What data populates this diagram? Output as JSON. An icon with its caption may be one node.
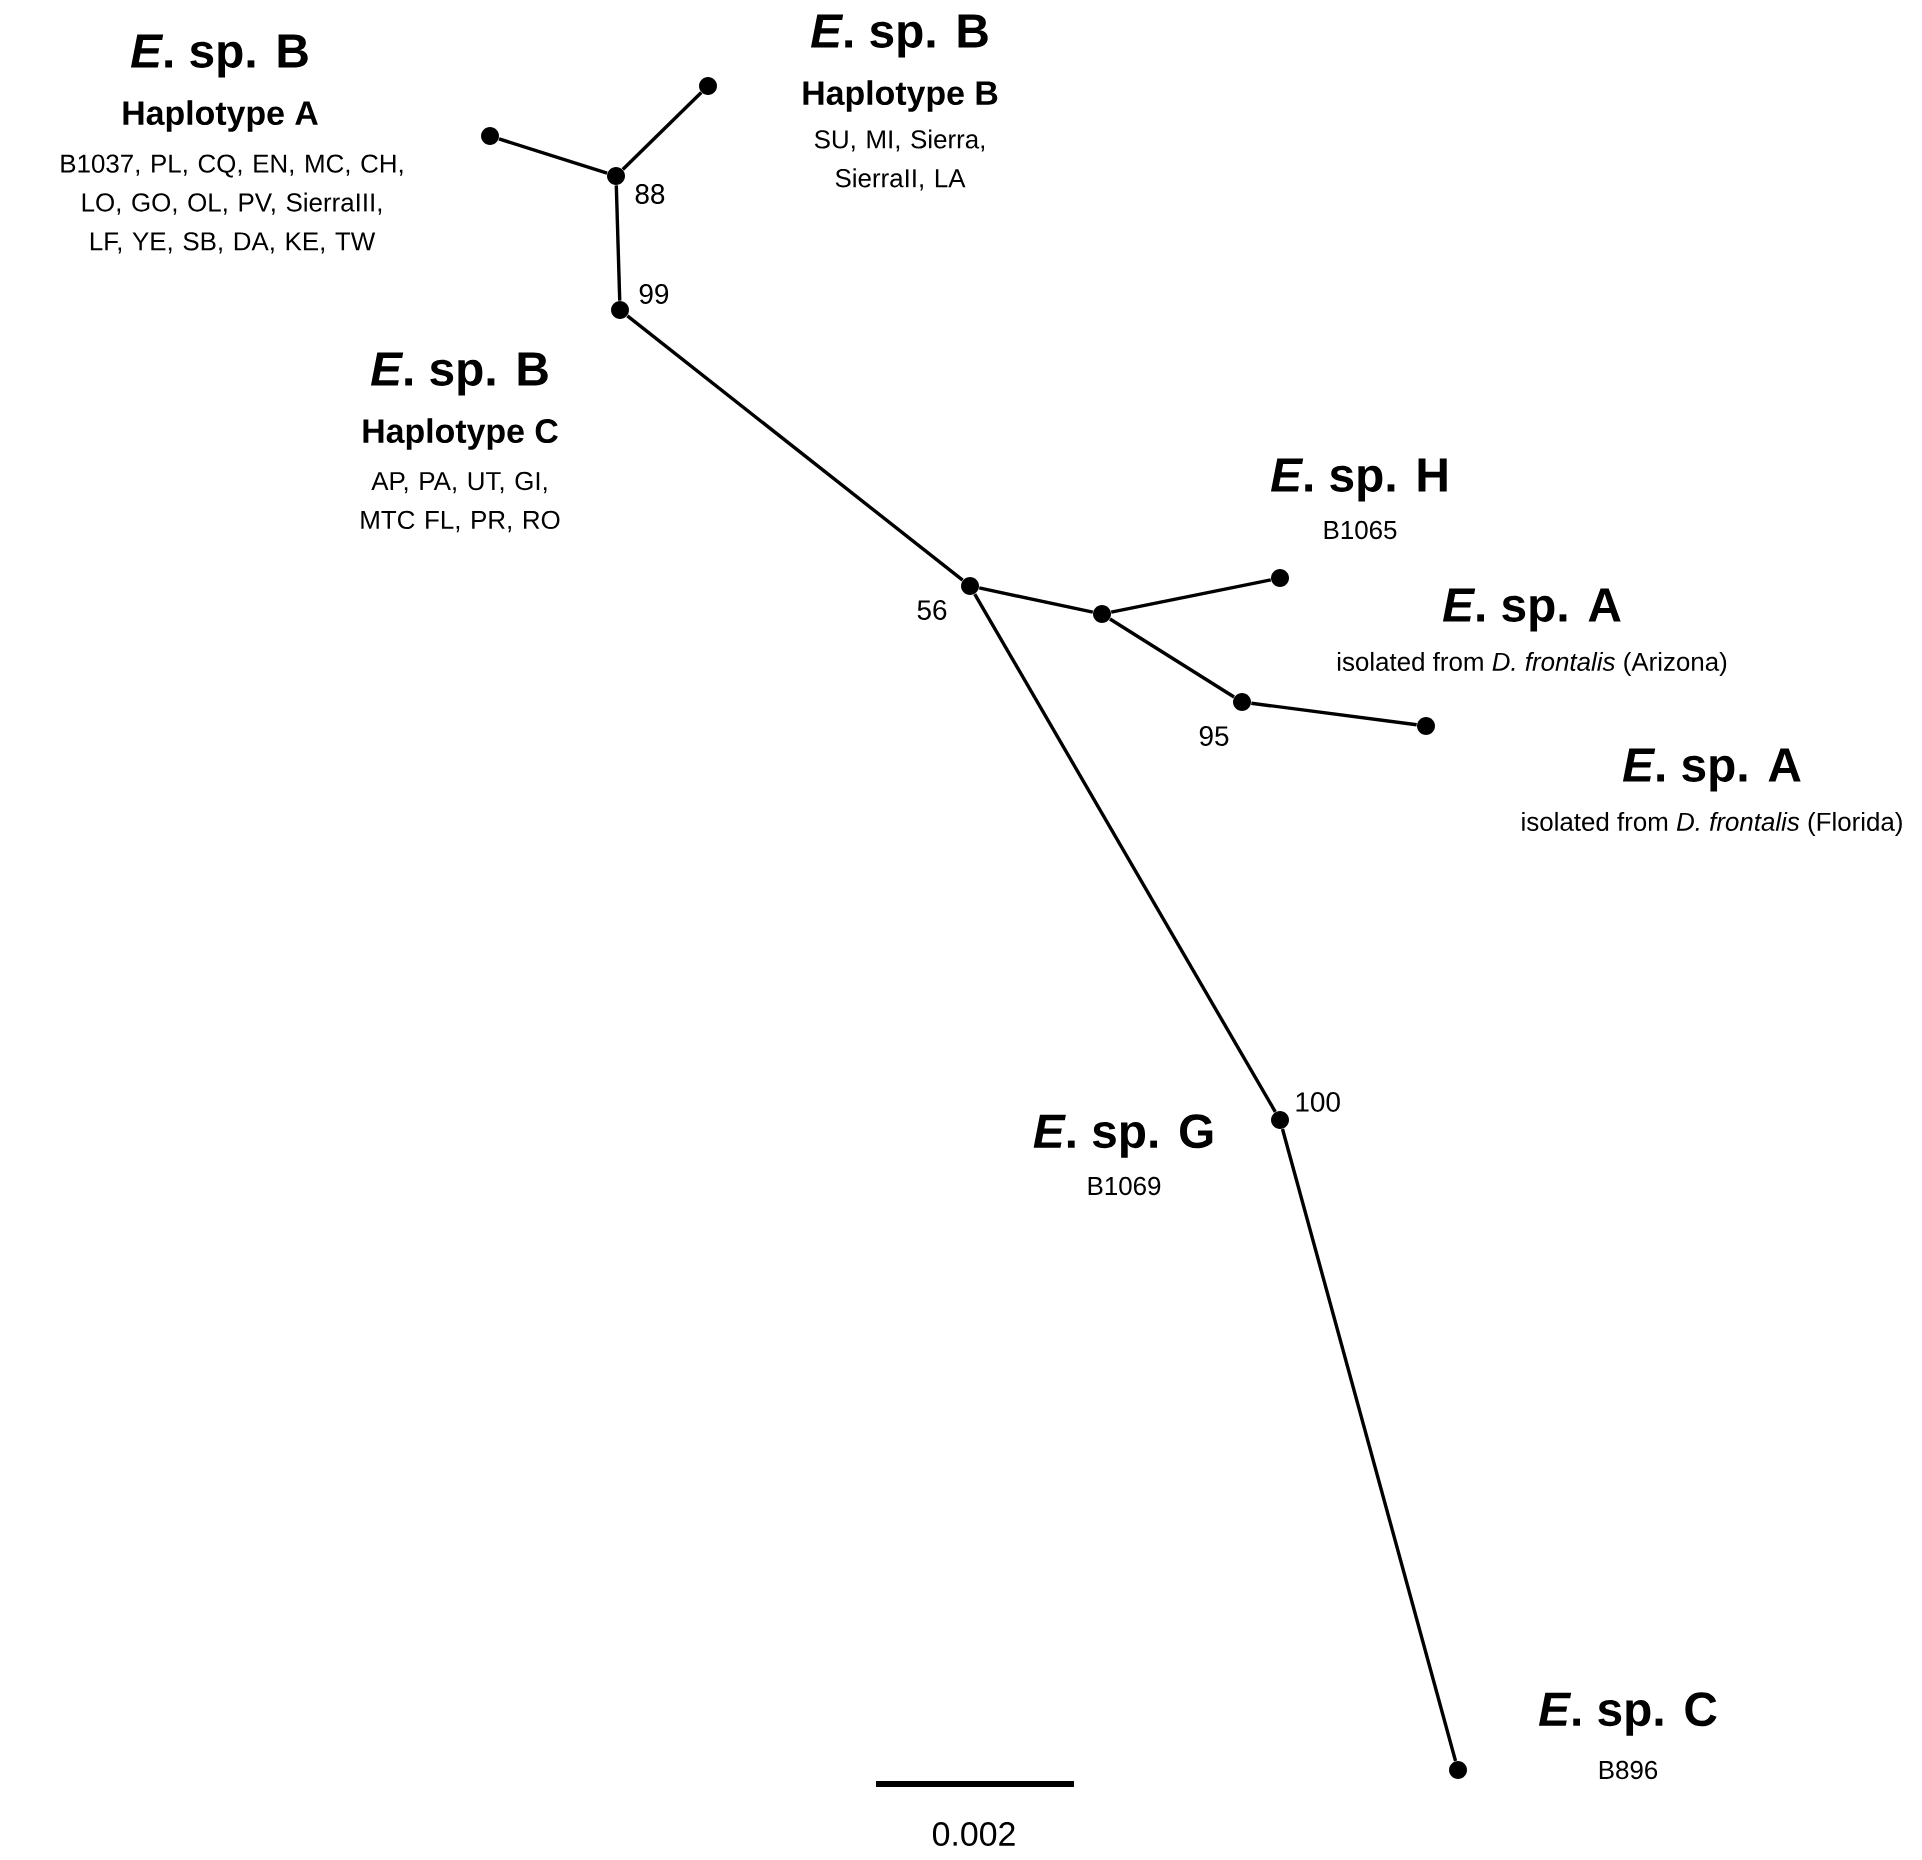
{
  "diagram": {
    "nodes": [
      {
        "text": [],
        "shape": "circle",
        "beside": [
          "*E*. sp. B",
          "Haplotype A",
          "B1037, PL, CQ, EN, MC, CH, LO, GO, OL, PV, SierraIII, LF, YE, SB, DA, KE, TW"
        ]
      },
      {
        "text": [],
        "shape": "circle",
        "beside": [
          "*E*. sp. B",
          "Haplotype B",
          "SU, MI, Sierra, SierraII, LA"
        ]
      },
      {
        "text": [],
        "shape": "circle",
        "beside": [
          "88"
        ]
      },
      {
        "text": [],
        "shape": "circle",
        "beside": [
          "99",
          "*E*. sp. B",
          "Haplotype C",
          "AP, PA, UT, GI, MTC FL, PR, RO"
        ]
      },
      {
        "text": [],
        "shape": "circle",
        "beside": [
          "56"
        ]
      },
      {
        "text": [],
        "shape": "circle"
      },
      {
        "text": [],
        "shape": "circle",
        "beside": [
          "*E*. sp. H",
          "B1065"
        ]
      },
      {
        "text": [],
        "shape": "circle",
        "beside": [
          "95",
          "*E*. sp. A",
          "isolated from *D. frontalis* (Arizona)"
        ]
      },
      {
        "text": [],
        "shape": "circle",
        "beside": [
          "*E*. sp. A",
          "isolated from *D. frontalis* (Florida)"
        ]
      },
      {
        "text": [],
        "shape": "circle",
        "beside": [
          "100",
          "*E*. sp. G",
          "B1069"
        ]
      },
      {
        "text": [],
        "shape": "circle",
        "beside": [
          "*E*. sp. C",
          "B896"
        ]
      }
    ],
    "edges": [
      {
        "from": 0,
        "to": 2,
        "arrow": "none"
      },
      {
        "from": 1,
        "to": 2,
        "arrow": "none"
      },
      {
        "from": 2,
        "to": 3,
        "arrow": "none"
      },
      {
        "from": 3,
        "to": 4,
        "arrow": "none"
      },
      {
        "from": 4,
        "to": 5,
        "arrow": "none"
      },
      {
        "from": 5,
        "to": 6,
        "arrow": "none"
      },
      {
        "from": 5,
        "to": 7,
        "arrow": "none"
      },
      {
        "from": 7,
        "to": 8,
        "arrow": "none"
      },
      {
        "from": 4,
        "to": 9,
        "arrow": "none"
      },
      {
        "from": 9,
        "to": 10,
        "arrow": "none"
      }
    ],
    "labels": [
      "0.002"
    ]
  }
}
